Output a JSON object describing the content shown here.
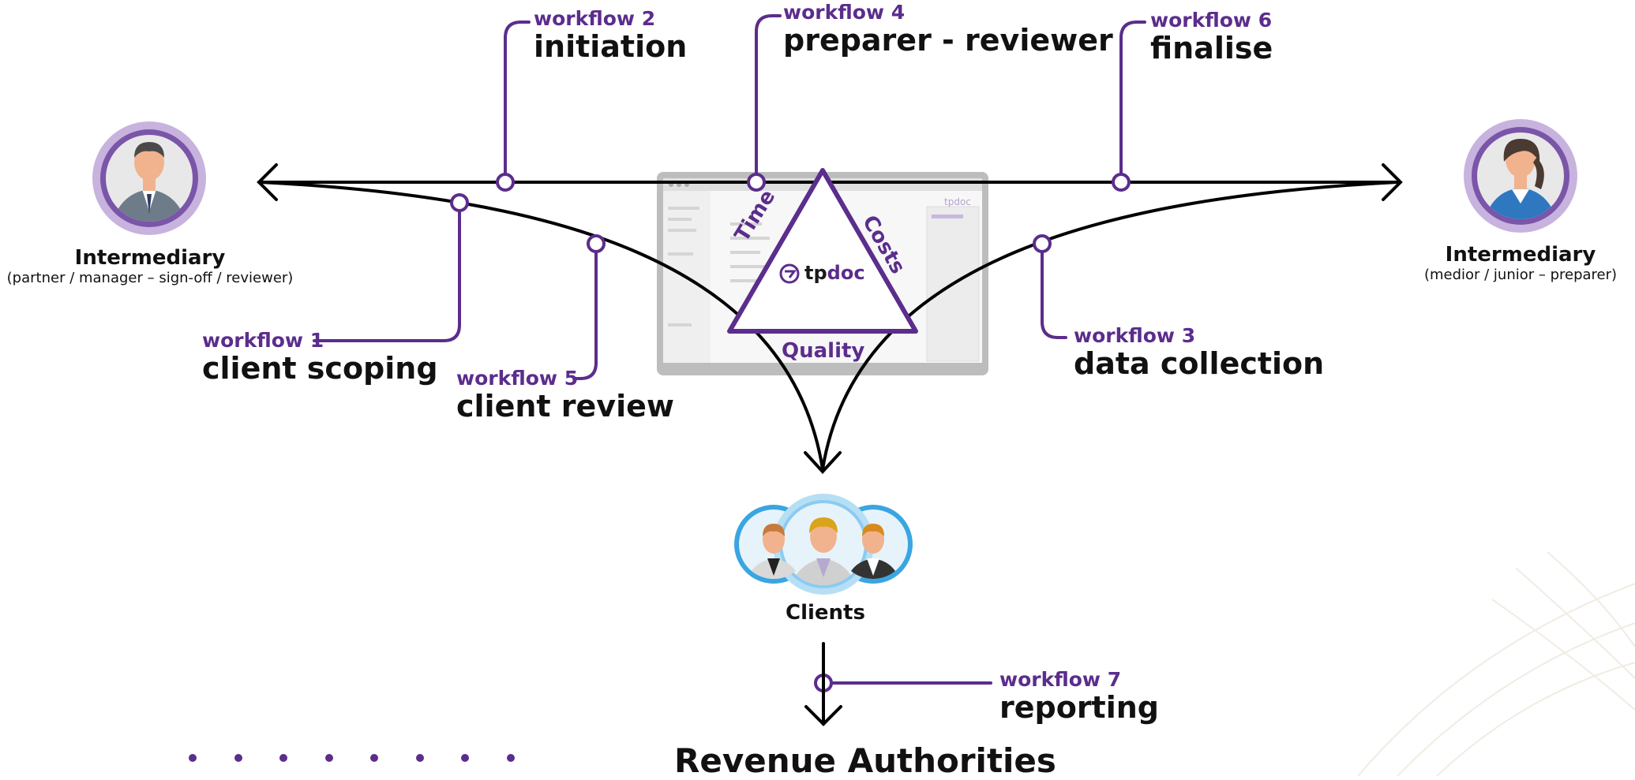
{
  "workflows": [
    {
      "id": "wf2",
      "tag": "workflow 2",
      "title": "initiation"
    },
    {
      "id": "wf4",
      "tag": "workflow 4",
      "title": "preparer - reviewer"
    },
    {
      "id": "wf6",
      "tag": "workflow 6",
      "title": "finalise"
    },
    {
      "id": "wf1",
      "tag": "workflow 1",
      "title": "client scoping"
    },
    {
      "id": "wf5",
      "tag": "workflow 5",
      "title": "client review"
    },
    {
      "id": "wf3",
      "tag": "workflow 3",
      "title": "data collection"
    },
    {
      "id": "wf7",
      "tag": "workflow 7",
      "title": "reporting"
    }
  ],
  "left_person": {
    "name": "Intermediary",
    "role": "(partner / manager – sign-off / reviewer)"
  },
  "right_person": {
    "name": "Intermediary",
    "role": "(medior / junior – preparer)"
  },
  "triangle": {
    "left": "Time",
    "right": "Costs",
    "bottom": "Quality"
  },
  "logo": {
    "text_a": "tp",
    "text_b": "doc"
  },
  "clients_label": "Clients",
  "revenue_label": "Revenue Authorities",
  "colors": {
    "accent": "#5b2d8c",
    "light_accent": "#b9a2d6",
    "line": "#000000",
    "client_blue": "#3aa5e0"
  }
}
